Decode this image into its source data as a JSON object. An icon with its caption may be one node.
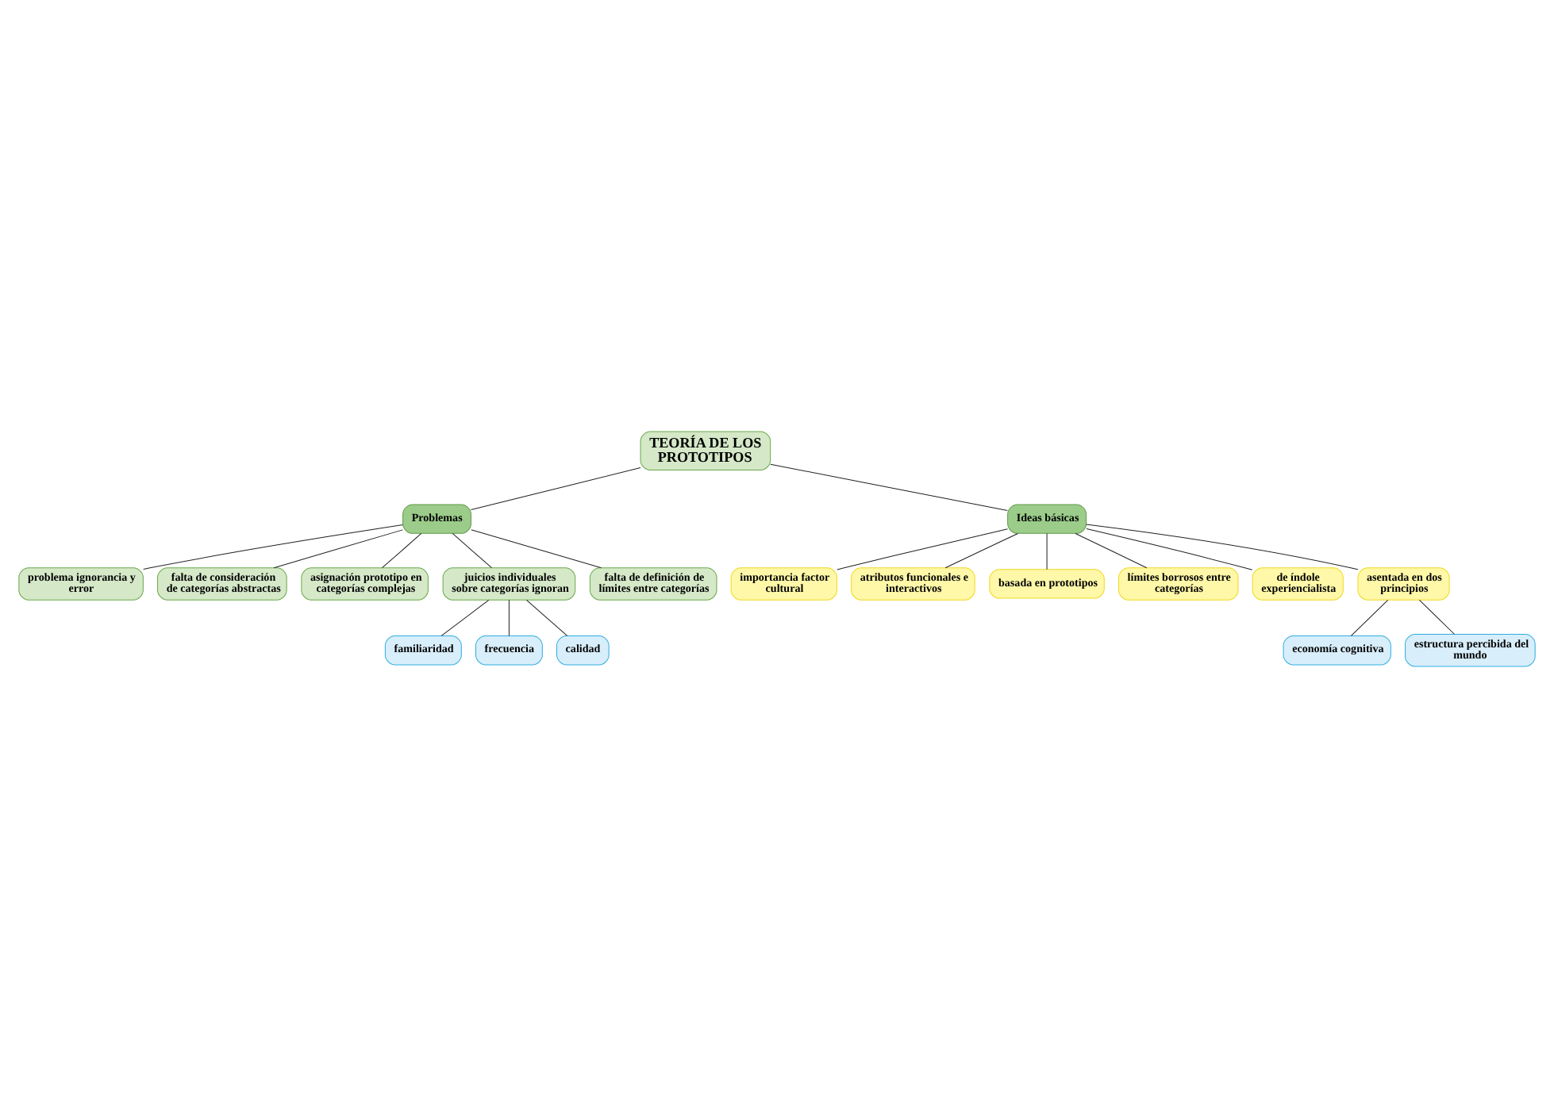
{
  "diagram": {
    "nodes": [
      {
        "text": [
          "TEORÍA DE LOS PROTOTIPOS"
        ]
      },
      {
        "text": [
          "Problemas"
        ]
      },
      {
        "text": [
          "Ideas básicas"
        ]
      },
      {
        "text": [
          "problema ignorancia y error"
        ]
      },
      {
        "text": [
          "falta de consideración de categorías abstractas"
        ]
      },
      {
        "text": [
          "asignación prototipo en categorías complejas"
        ]
      },
      {
        "text": [
          "juicios individuales sobre categorías ignoran"
        ]
      },
      {
        "text": [
          "falta de definición de límites entre categorías"
        ]
      },
      {
        "text": [
          "familiaridad"
        ]
      },
      {
        "text": [
          "frecuencia"
        ]
      },
      {
        "text": [
          "calidad"
        ]
      },
      {
        "text": [
          "importancia factor cultural"
        ]
      },
      {
        "text": [
          "atributos funcionales e interactivos"
        ]
      },
      {
        "text": [
          "basada en prototipos"
        ]
      },
      {
        "text": [
          "límites borrosos entre categorías"
        ]
      },
      {
        "text": [
          "de índole experiencialista"
        ]
      },
      {
        "text": [
          "asentada en dos principios"
        ]
      },
      {
        "text": [
          "economía cognitiva"
        ]
      },
      {
        "text": [
          "estructura percibida del mundo"
        ]
      }
    ],
    "edges": [
      {
        "from": 0,
        "to": 1,
        "arrow": "none"
      },
      {
        "from": 0,
        "to": 2,
        "arrow": "none"
      },
      {
        "from": 1,
        "to": 3,
        "arrow": "none"
      },
      {
        "from": 1,
        "to": 4,
        "arrow": "none"
      },
      {
        "from": 1,
        "to": 5,
        "arrow": "none"
      },
      {
        "from": 1,
        "to": 6,
        "arrow": "none"
      },
      {
        "from": 1,
        "to": 7,
        "arrow": "none"
      },
      {
        "from": 6,
        "to": 8,
        "arrow": "none"
      },
      {
        "from": 6,
        "to": 9,
        "arrow": "none"
      },
      {
        "from": 6,
        "to": 10,
        "arrow": "none"
      },
      {
        "from": 2,
        "to": 11,
        "arrow": "none"
      },
      {
        "from": 2,
        "to": 12,
        "arrow": "none"
      },
      {
        "from": 2,
        "to": 13,
        "arrow": "none"
      },
      {
        "from": 2,
        "to": 14,
        "arrow": "none"
      },
      {
        "from": 2,
        "to": 15,
        "arrow": "none"
      },
      {
        "from": 2,
        "to": 16,
        "arrow": "none"
      },
      {
        "from": 16,
        "to": 17,
        "arrow": "none"
      },
      {
        "from": 16,
        "to": 18,
        "arrow": "none"
      }
    ]
  }
}
